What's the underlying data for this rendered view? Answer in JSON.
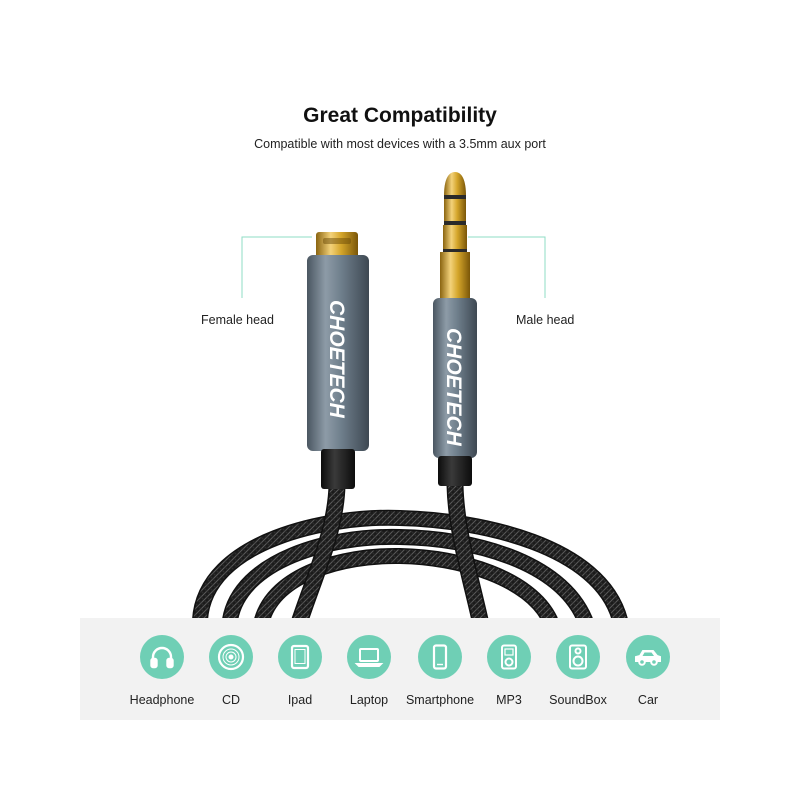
{
  "header": {
    "title": "Great Compatibility",
    "subtitle": "Compatible with most devices with a 3.5mm aux port"
  },
  "callouts": {
    "female": "Female head",
    "male": "Male head"
  },
  "brand": "CHOETECH",
  "colors": {
    "accent": "#6fcfb5",
    "connector": "#6f7f8c",
    "gold": "#d4a52a",
    "cable": "#1e1e1e",
    "bar_bg": "#f2f2f2"
  },
  "devices": [
    {
      "label": "Headphone",
      "icon": "headphone-icon"
    },
    {
      "label": "CD",
      "icon": "cd-icon"
    },
    {
      "label": "Ipad",
      "icon": "tablet-icon"
    },
    {
      "label": "Laptop",
      "icon": "laptop-icon"
    },
    {
      "label": "Smartphone",
      "icon": "smartphone-icon"
    },
    {
      "label": "MP3",
      "icon": "mp3-player-icon"
    },
    {
      "label": "SoundBox",
      "icon": "speaker-icon"
    },
    {
      "label": "Car",
      "icon": "car-icon"
    }
  ]
}
